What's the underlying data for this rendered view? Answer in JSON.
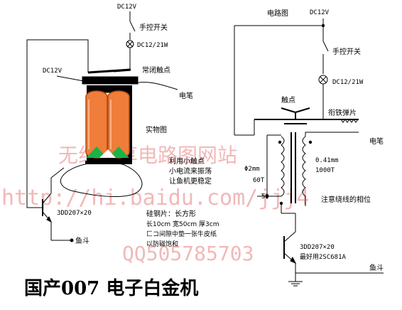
{
  "left": {
    "supply_top": "DC12V",
    "switch_label": "手控开关",
    "lamp_label": "DC12/21W",
    "supply_side": "DC12V",
    "contact_label": "常闭触点",
    "pen_label": "电笔",
    "physical_label": "实物图",
    "note_small_contact": [
      "利用小触点",
      "小电流来振荡",
      "让鱼机更稳定"
    ],
    "transistor_label": "3DD207×20",
    "core_note": [
      "硅钢片：长方形",
      "长10cm 宽50cm 厚3cm",
      "匚コ间隙中垫一张牛皮纸",
      "以防磁饱和"
    ],
    "fish_label": "鱼斗"
  },
  "right": {
    "circuit_title": "电路图",
    "supply_top": "DC12V",
    "switch_label": "手控开关",
    "lamp_label": "DC12/21W",
    "contact_label": "触点",
    "armature_label": "衔铁弹片",
    "pen_label": "电笔",
    "primary_wire": "Φ2mm",
    "primary_turns": "60T",
    "secondary_wire": "0.41mm",
    "secondary_turns": "1000T",
    "tap_label": "50",
    "phase_note": "注意绕线的相位",
    "transistor_label": "3DD207×20",
    "transistor_alt": "最好用2SC681A",
    "fish_label": "鱼斗"
  },
  "title": "国产007  电子白金机",
  "watermark": {
    "site": "无线电享电路图网站",
    "url": "http://hi.baidu.com/jjj4",
    "qq": "QQ505785703"
  },
  "colors": {
    "coil_fill": "#f07d3a",
    "coil_stroke": "#b34a10",
    "green": "#19b34a",
    "watermark": "#f2b8b8"
  }
}
